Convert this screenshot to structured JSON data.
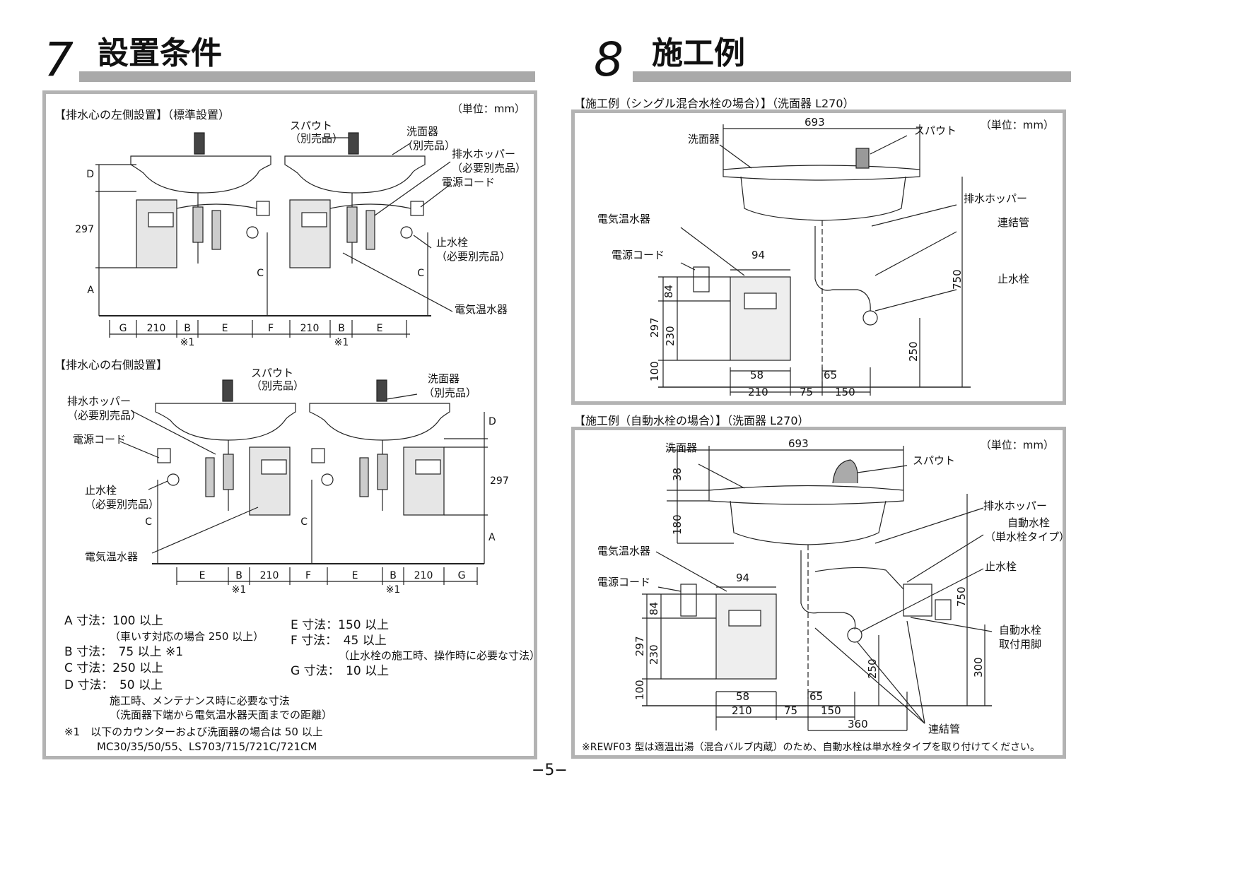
{
  "section7": {
    "number": "7",
    "title": "設置条件"
  },
  "section8": {
    "number": "8",
    "title": "施工例"
  },
  "left_panel": {
    "unit": "（単位：mm）",
    "left_caption": "【排水心の左側設置】（標準設置）",
    "right_caption": "【排水心の右側設置】",
    "labels": {
      "spout": "スパウト",
      "sold_sep": "（別売品）",
      "basin": "洗面器",
      "basin_sep": "（別売品）",
      "hopper": "排水ホッパー",
      "req_sep": "（必要別売品）",
      "cord": "電源コード",
      "valve": "止水栓",
      "valve_sep": "（必要別売品）",
      "heater": "電気温水器",
      "dims_left": [
        "G",
        "210",
        "B",
        "E",
        "F",
        "210",
        "B",
        "E"
      ],
      "dims_right": [
        "E",
        "B",
        "210",
        "F",
        "E",
        "B",
        "210",
        "G"
      ],
      "v_left": [
        "D",
        "297",
        "A",
        "C",
        "C"
      ],
      "v_right": [
        "D",
        "297",
        "A",
        "C",
        "C"
      ],
      "note_mark": "※1"
    },
    "specs": {
      "a": "A 寸法：100 以上",
      "a_note": "（車いす対応の場合 250 以上）",
      "b": "B 寸法：　75 以上 ※1",
      "c": "C 寸法：250 以上",
      "d": "D 寸法：　50 以上",
      "d_note1": "施工時、メンテナンス時に必要な寸法",
      "d_note2": "（洗面器下端から電気温水器天面までの距離）",
      "e": "E 寸法：150 以上",
      "f": "F 寸法：　45 以上",
      "f_note": "（止水栓の施工時、操作時に必要な寸法）",
      "g": "G 寸法：　10 以上",
      "note_head": "※1　以下のカウンターおよび洗面器の場合は 50 以上",
      "note_body": "MC30/35/50/55、LS703/715/721C/721CM"
    }
  },
  "top_right": {
    "caption": "【施工例（シングル混合水栓の場合）】（洗面器 L270）",
    "unit": "（単位：mm）",
    "labels": {
      "basin": "洗面器",
      "spout": "スパウト",
      "heater": "電気温水器",
      "cord": "電源コード",
      "hopper": "排水ホッパー",
      "pipe": "連結管",
      "valve": "止水栓"
    },
    "dims": {
      "w": "693",
      "d94": "94",
      "d84": "84",
      "d297": "297",
      "d230": "230",
      "d100": "100",
      "d58": "58",
      "d65": "65",
      "d210": "210",
      "d75": "75",
      "d150": "150",
      "d250": "250",
      "d750": "750"
    }
  },
  "bottom_right": {
    "caption": "【施工例（自動水栓の場合）】（洗面器 L270）",
    "unit": "（単位：mm）",
    "labels": {
      "basin": "洗面器",
      "spout": "スパウト",
      "hopper": "排水ホッパー",
      "auto1": "自動水栓",
      "auto2": "（単水栓タイプ）",
      "valve": "止水栓",
      "heater": "電気温水器",
      "cord": "電源コード",
      "foot1": "自動水栓",
      "foot2": "取付用脚",
      "pipe": "連結管"
    },
    "dims": {
      "w": "693",
      "d38": "38",
      "d180": "180",
      "d94": "94",
      "d84": "84",
      "d297": "297",
      "d230": "230",
      "d100": "100",
      "d58": "58",
      "d65": "65",
      "d210": "210",
      "d75": "75",
      "d150": "150",
      "d360": "360",
      "d250": "250",
      "d300": "300",
      "d750": "750"
    },
    "footnote": "※REWF03 型は適温出湯（混合バルブ内蔵）のため、自動水栓は単水栓タイプを取り付けてください。"
  },
  "page_number": "−5−"
}
